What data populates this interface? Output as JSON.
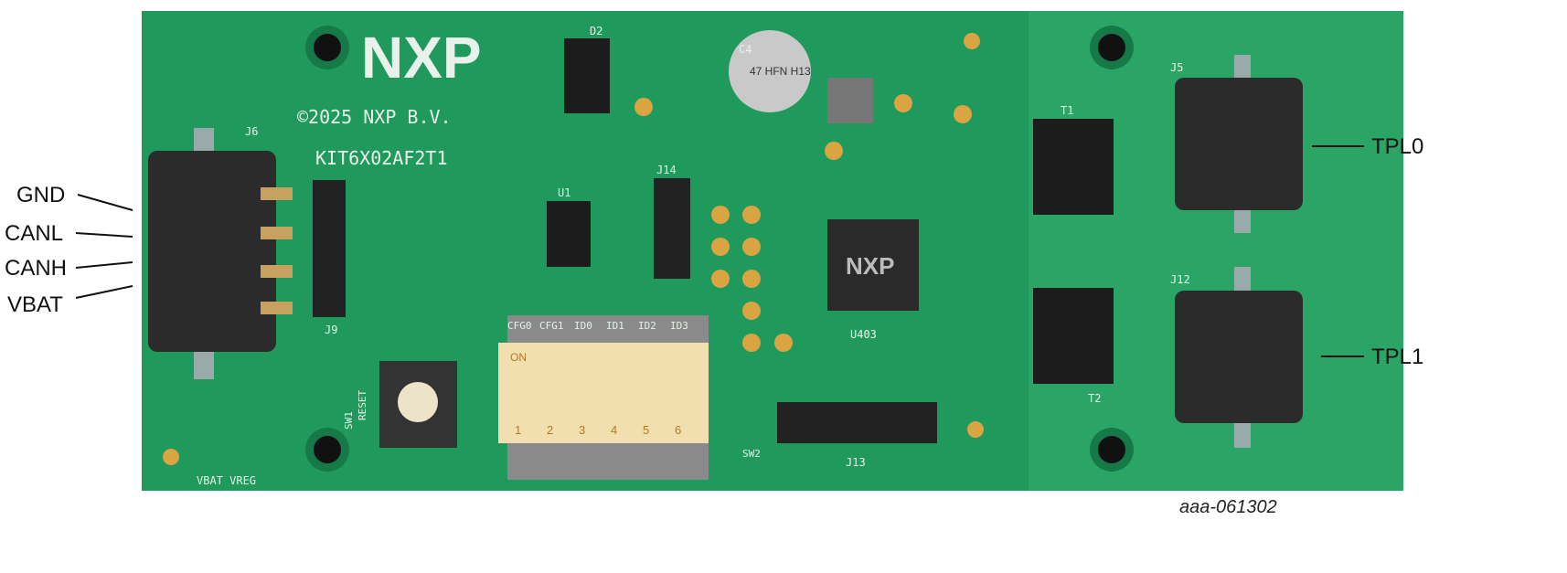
{
  "callouts_left": [
    "GND",
    "CANL",
    "CANH",
    "VBAT"
  ],
  "callouts_right": [
    "TPL0",
    "TPL1"
  ],
  "caption": "aaa-061302",
  "board": {
    "logo": "NXP",
    "copyright": "©2025 NXP B.V.",
    "part_number": "KIT6X02AF2T1",
    "dip_labels": [
      "CFG0",
      "CFG1",
      "ID0",
      "ID1",
      "ID2",
      "ID3"
    ],
    "dip_numbers": [
      "1",
      "2",
      "3",
      "4",
      "5",
      "6"
    ],
    "dip_on": "ON",
    "reset": "RESET",
    "sw1": "SW1",
    "sw2": "SW2",
    "led_labels": "VBAT VREG",
    "j6": "J6",
    "j9": "J9",
    "j5": "J5",
    "j12": "J12",
    "j13": "J13",
    "j14": "J14",
    "u1": "U1",
    "u403": "U403",
    "t1": "T1",
    "t2": "T2",
    "c4": "C4",
    "d2": "D2",
    "cap_marking": "47 HFN H13",
    "chip_logo": "NXP"
  },
  "colors": {
    "board": "#1f9a5c",
    "board_light": "#2aa566",
    "silkscreen": "#e8f2ea",
    "pad": "#d9a441"
  }
}
